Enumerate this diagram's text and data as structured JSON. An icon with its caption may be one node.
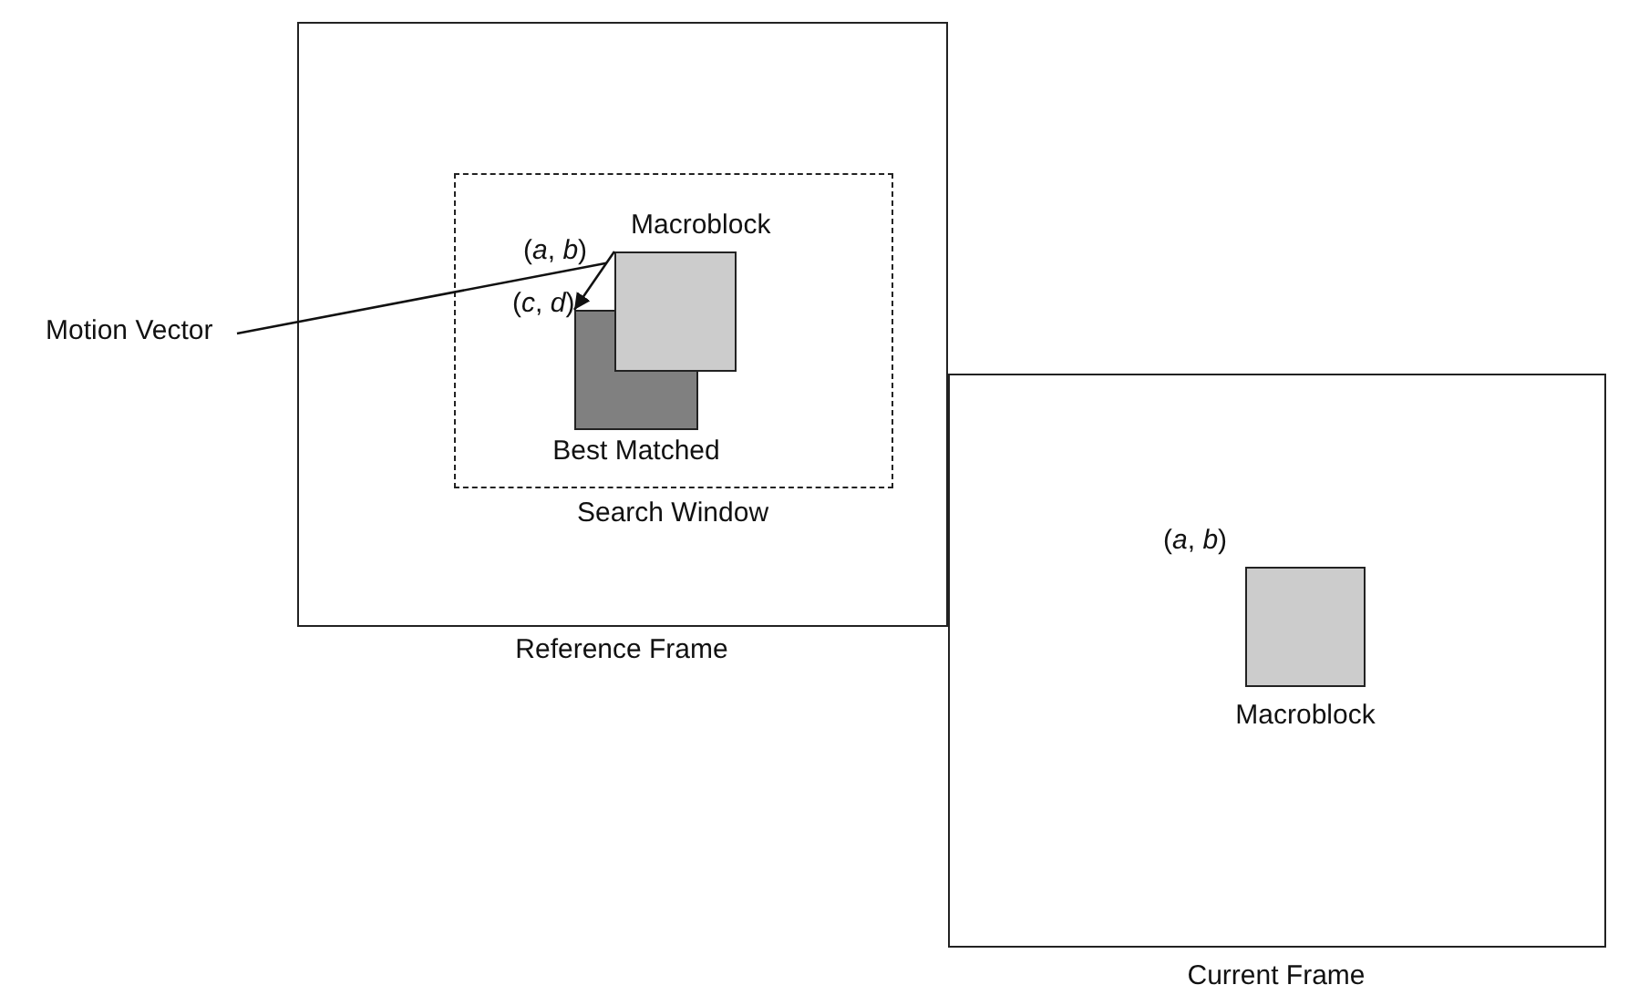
{
  "diagram": {
    "nodes": [
      {
        "text": [
          "Reference Frame"
        ]
      },
      {
        "text": [
          "Search Window"
        ],
        "in": 0
      },
      {
        "text": [
          "Macroblock"
        ],
        "in": 1,
        "beside": [
          "(*a*, *b*)"
        ]
      },
      {
        "text": [
          "Best Matched"
        ],
        "in": 1,
        "beside": [
          "(*c*, *d*)"
        ]
      },
      {
        "text": [
          "Motion Vector"
        ]
      },
      {
        "text": [
          "Current Frame"
        ]
      },
      {
        "text": [
          "Macroblock"
        ],
        "in": 5,
        "beside": [
          "(*a*, *b*)"
        ]
      }
    ],
    "edges": [
      {
        "from": 2,
        "to": 3,
        "arrow": "to"
      },
      {
        "from": 4,
        "to": 2,
        "arrow": "none"
      }
    ]
  }
}
